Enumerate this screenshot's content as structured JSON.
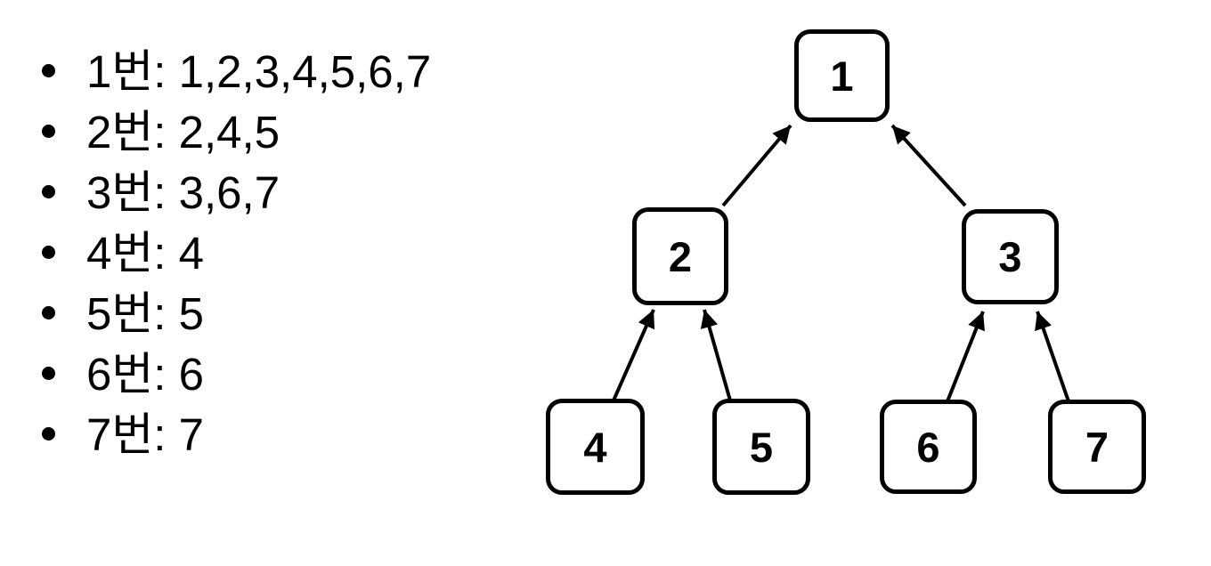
{
  "colors": {
    "ink": "#000000",
    "background": "#ffffff"
  },
  "bullet_list": {
    "items": [
      {
        "text": "1번: 1,2,3,4,5,6,7"
      },
      {
        "text": "2번: 2,4,5"
      },
      {
        "text": "3번: 3,6,7"
      },
      {
        "text": "4번: 4"
      },
      {
        "text": "5번: 5"
      },
      {
        "text": "6번: 6"
      },
      {
        "text": "7번: 7"
      }
    ]
  },
  "tree": {
    "nodes": [
      {
        "id": "1",
        "label": "1"
      },
      {
        "id": "2",
        "label": "2"
      },
      {
        "id": "3",
        "label": "3"
      },
      {
        "id": "4",
        "label": "4"
      },
      {
        "id": "5",
        "label": "5"
      },
      {
        "id": "6",
        "label": "6"
      },
      {
        "id": "7",
        "label": "7"
      }
    ],
    "edges": [
      {
        "from": "2",
        "to": "1"
      },
      {
        "from": "3",
        "to": "1"
      },
      {
        "from": "4",
        "to": "2"
      },
      {
        "from": "5",
        "to": "2"
      },
      {
        "from": "6",
        "to": "3"
      },
      {
        "from": "7",
        "to": "3"
      }
    ],
    "edge_style": "arrow from child node pointing up to parent node"
  }
}
